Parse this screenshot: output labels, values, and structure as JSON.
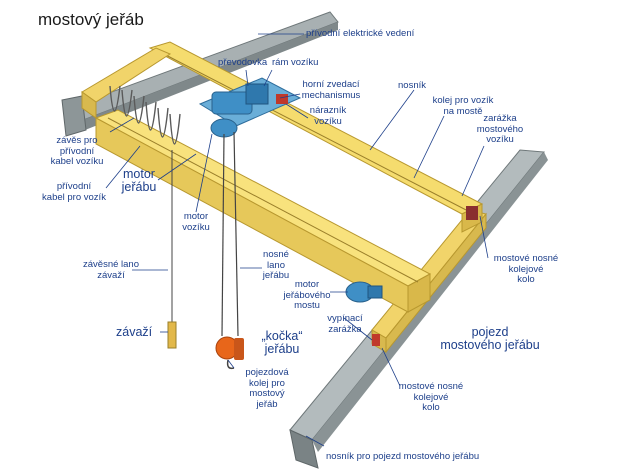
{
  "title": "mostový jeřáb",
  "labels": {
    "privodni_elektricke_vedeni": "přívodní elektrické vedení",
    "prevodovka": "převodovka",
    "ram_voziku": "rám vozíku",
    "horni_zvedaci": "horní zvedací",
    "mechanismus": "mechanismus",
    "naraznik": "nárazník",
    "voziku": "vozíku",
    "nosnik": "nosník",
    "kolej_voziku_1": "kolej pro vozík",
    "kolej_voziku_2": "na mostě",
    "zarazka_mostoveho_1": "zarážka",
    "zarazka_mostoveho_2": "mostového",
    "zarazka_mostoveho_3": "vozíku",
    "zaves_1": "závěs pro",
    "zaves_2": "přívodní",
    "zaves_3": "kabel vozíku",
    "privodni_kabel_1": "přívodní",
    "privodni_kabel_2": "kabel pro vozík",
    "motor_jerabu_1": "motor",
    "motor_jerabu_2": "jeřábu",
    "motor_voziku_1": "motor",
    "motor_voziku_2": "vozíku",
    "zavesne_lano_1": "závěsné lano",
    "zavesne_lano_2": "závaží",
    "nosne_lano_1": "nosné",
    "nosne_lano_2": "lano",
    "nosne_lano_3": "jeřábu",
    "mostove_nosne_1": "mostové nosné",
    "mostove_nosne_2": "kolejové",
    "mostove_nosne_3": "kolo",
    "motor_mostu_1": "motor",
    "motor_mostu_2": "jeřábového",
    "motor_mostu_3": "mostu",
    "zavazi": "závaží",
    "vypinaci_1": "vypínací",
    "vypinaci_2": "zarážka",
    "kocka_1": "„kočka“",
    "kocka_2": "jeřábu",
    "pojezd_1": "pojezd",
    "pojezd_2": "mostového jeřábu",
    "pojezdova_1": "pojezdová",
    "pojezdova_2": "kolej pro",
    "pojezdova_3": "mostový",
    "pojezdova_4": "jeřáb",
    "mostove_kolo_1": "mostové nosné",
    "mostove_kolo_2": "kolejové",
    "mostove_kolo_3": "kolo",
    "nosnik_pojezd": "nosník pro pojezd mostového jeřábu"
  },
  "colors": {
    "beam_yellow": "#f5dc6e",
    "beam_dark": "#d9b84a",
    "rail_gray": "#9aa4a6",
    "rail_dark": "#6e7779",
    "motor_blue": "#3f8fc6",
    "hook_orange": "#e8661a",
    "label_blue": "#1d3f8a"
  }
}
